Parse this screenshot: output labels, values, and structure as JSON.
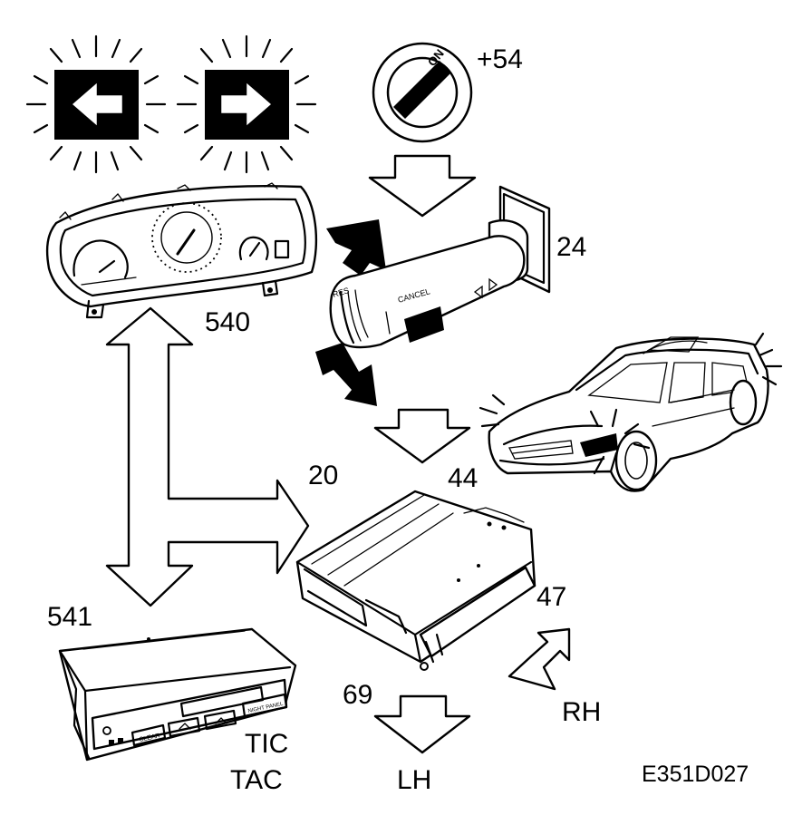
{
  "labels": {
    "ignition": "+54",
    "ignition_on": "ON",
    "stalk": "24",
    "instrument_cluster": "540",
    "cluster_link": "541",
    "control_module": "20",
    "lamps": "44",
    "right_output": "47",
    "left_output": "69",
    "right_side": "RH",
    "left_side": "LH",
    "tic": "TIC",
    "tac": "TAC",
    "figure_code": "E351D027"
  },
  "stalk_text": {
    "reset": "RES",
    "cancel": "CANCEL"
  },
  "tic_buttons": {
    "clear": "CLEAR",
    "night": "NIGHT PANEL"
  }
}
